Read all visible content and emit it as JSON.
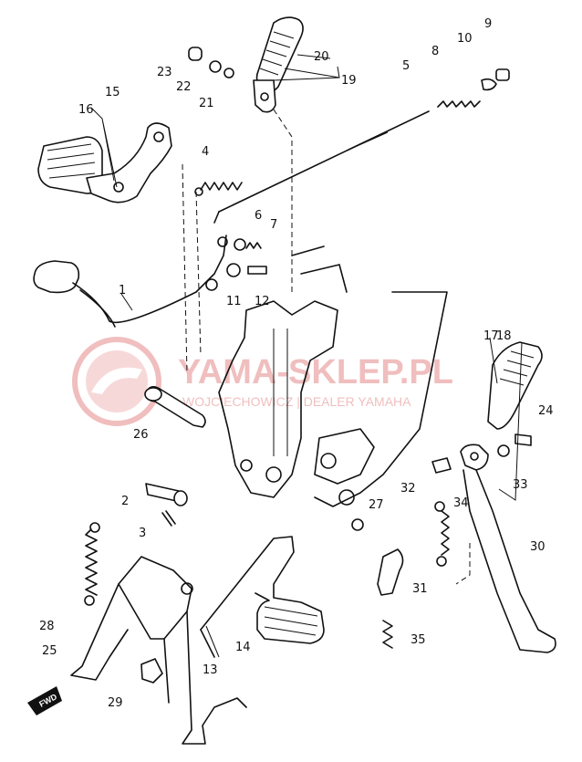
{
  "watermark": {
    "text": "YAMA-SKLEP.PL",
    "subtext": "WOJCIECHOWICZ | DEALER YAMAHA",
    "color": "#e58a8a"
  },
  "fwd_badge": "FWD",
  "callouts": [
    {
      "id": "1",
      "label": "1"
    },
    {
      "id": "2",
      "label": "2"
    },
    {
      "id": "3",
      "label": "3"
    },
    {
      "id": "4",
      "label": "4"
    },
    {
      "id": "5",
      "label": "5"
    },
    {
      "id": "6",
      "label": "6"
    },
    {
      "id": "7",
      "label": "7"
    },
    {
      "id": "8",
      "label": "8"
    },
    {
      "id": "9",
      "label": "9"
    },
    {
      "id": "10",
      "label": "10"
    },
    {
      "id": "11",
      "label": "11"
    },
    {
      "id": "12",
      "label": "12"
    },
    {
      "id": "13",
      "label": "13"
    },
    {
      "id": "14",
      "label": "14"
    },
    {
      "id": "15",
      "label": "15"
    },
    {
      "id": "16",
      "label": "16"
    },
    {
      "id": "17",
      "label": "17"
    },
    {
      "id": "18",
      "label": "18"
    },
    {
      "id": "19",
      "label": "19"
    },
    {
      "id": "20",
      "label": "20"
    },
    {
      "id": "21",
      "label": "21"
    },
    {
      "id": "22",
      "label": "22"
    },
    {
      "id": "23",
      "label": "23"
    },
    {
      "id": "24",
      "label": "24"
    },
    {
      "id": "25",
      "label": "25"
    },
    {
      "id": "26",
      "label": "26"
    },
    {
      "id": "27",
      "label": "27"
    },
    {
      "id": "28",
      "label": "28"
    },
    {
      "id": "29",
      "label": "29"
    },
    {
      "id": "30",
      "label": "30"
    },
    {
      "id": "31",
      "label": "31"
    },
    {
      "id": "32",
      "label": "32"
    },
    {
      "id": "33",
      "label": "33"
    },
    {
      "id": "34",
      "label": "34"
    },
    {
      "id": "35",
      "label": "35"
    }
  ]
}
